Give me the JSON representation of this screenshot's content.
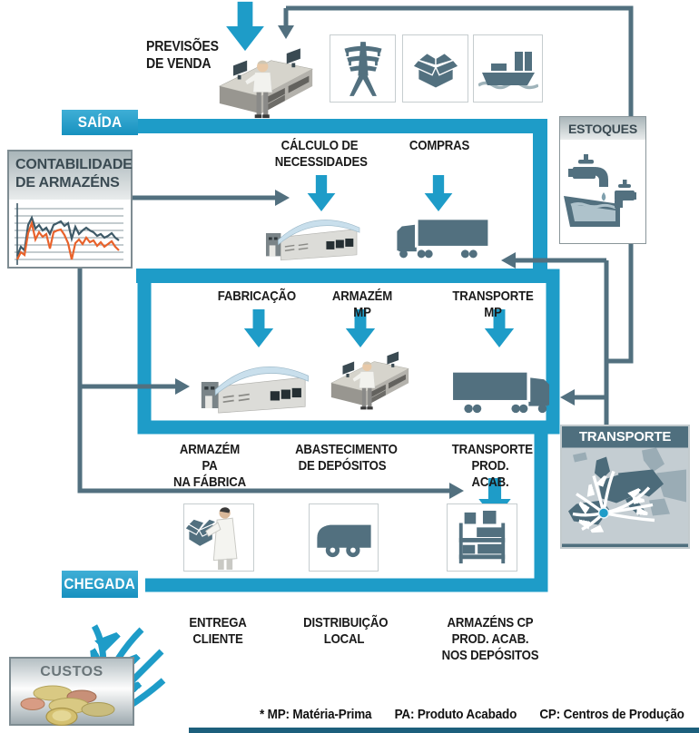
{
  "colors": {
    "accent": "#1E9CC8",
    "slate": "#52707F",
    "text": "#1A1A1A",
    "chart_line_dark": "#3E5A68",
    "chart_line_orange": "#E8622B"
  },
  "badges": {
    "saida": "SAÍDA",
    "chegada": "CHEGADA"
  },
  "panels": {
    "contabilidade": {
      "title": "CONTABILIDADE\nDE ARMAZÉNS"
    },
    "estoques": {
      "title": "ESTOQUES"
    },
    "transporte": {
      "title": "TRANSPORTE"
    },
    "custos": {
      "title": "CUSTOS"
    }
  },
  "steps": {
    "previsoes": "PREVISÕES\nDE VENDA",
    "calculo": "CÁLCULO DE\nNECESSIDADES",
    "compras": "COMPRAS",
    "fabricacao": "FABRICAÇÃO",
    "armazem_mp": "ARMAZÉM MP",
    "transporte_mp": "TRANSPORTE MP",
    "armazem_pa": "ARMAZÉM PA\nNA FÁBRICA",
    "abastecimento": "ABASTECIMENTO\nDE DEPÓSITOS",
    "transporte_pa": "TRANSPORTE\nPROD. ACAB.",
    "entrega": "ENTREGA\nCLIENTE",
    "distribuicao": "DISTRIBUIÇÃO\nLOCAL",
    "armazens_cp": "ARMAZÉNS CP\nPROD. ACAB.\nNOS DEPÓSITOS"
  },
  "footnote": {
    "mp": "* MP: Matéria-Prima",
    "pa": "PA: Produto Acabado",
    "cp": "CP: Centros de Produção"
  },
  "icons": {
    "top_row": [
      "electricity-pylon",
      "shipping-carton",
      "cargo-ship"
    ],
    "estoques": "dripping-faucets-and-basin",
    "transporte": "europe-distribution-map",
    "bottom_row": [
      "worker-packing-box",
      "delivery-truck",
      "storage-rack"
    ],
    "custos": "euro-coins"
  }
}
